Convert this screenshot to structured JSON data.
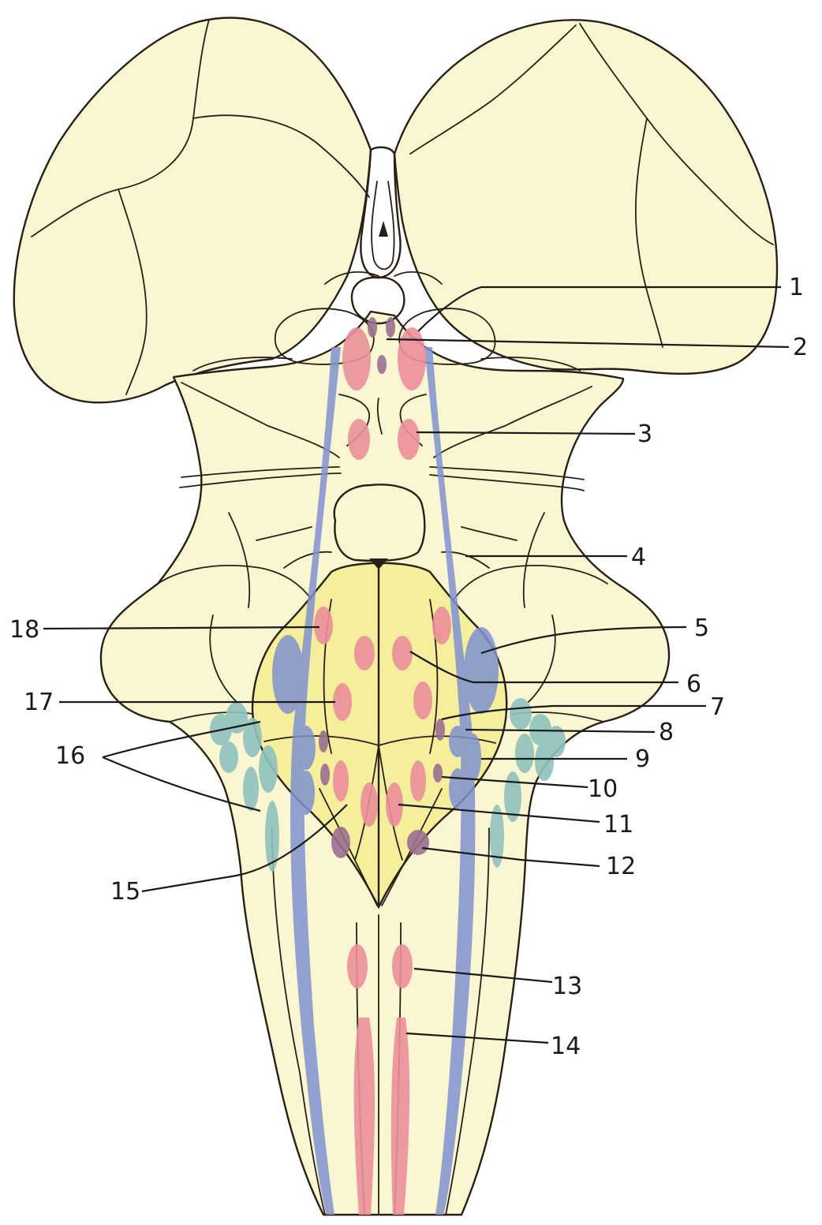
{
  "diagram": {
    "colors": {
      "background": "#ffffff",
      "tissue": "#fbf6d2",
      "fossa": "#f5ef9c",
      "motor_nucleus": "#ec8f9b",
      "sensory_nucleus": "#7f92cf",
      "vestibular_nucleus": "#8fc2bf",
      "autonomic_nucleus": "#9b6f8f",
      "outline": "#2a1f14"
    },
    "labels": [
      {
        "id": "1",
        "text": "1"
      },
      {
        "id": "2",
        "text": "2"
      },
      {
        "id": "3",
        "text": "3"
      },
      {
        "id": "4",
        "text": "4"
      },
      {
        "id": "5",
        "text": "5"
      },
      {
        "id": "6",
        "text": "6"
      },
      {
        "id": "7",
        "text": "7"
      },
      {
        "id": "8",
        "text": "8"
      },
      {
        "id": "9",
        "text": "9"
      },
      {
        "id": "10",
        "text": "10"
      },
      {
        "id": "11",
        "text": "11"
      },
      {
        "id": "12",
        "text": "12"
      },
      {
        "id": "13",
        "text": "13"
      },
      {
        "id": "14",
        "text": "14"
      },
      {
        "id": "15",
        "text": "15"
      },
      {
        "id": "16",
        "text": "16"
      },
      {
        "id": "17",
        "text": "17"
      },
      {
        "id": "18",
        "text": "18"
      }
    ]
  }
}
